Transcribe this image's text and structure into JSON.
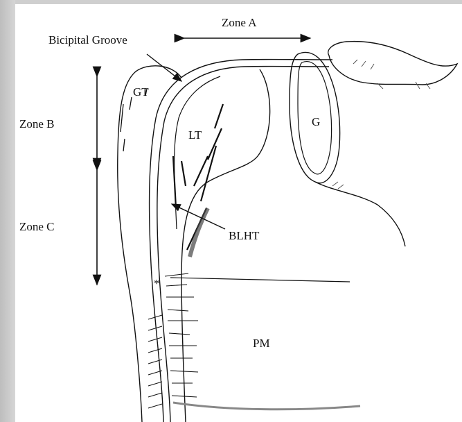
{
  "labels": {
    "zone_a": "Zone A",
    "zone_b": "Zone B",
    "zone_c": "Zone C",
    "bicipital_groove": "Bicipital Groove",
    "gt": "GT",
    "lt": "LT",
    "g": "G",
    "blht": "BLHT",
    "pm": "PM",
    "asterisk": "*"
  },
  "colors": {
    "background": "#ffffff",
    "frame": "#d4d4d4",
    "ink": "#111111",
    "hatch": "#555555"
  }
}
